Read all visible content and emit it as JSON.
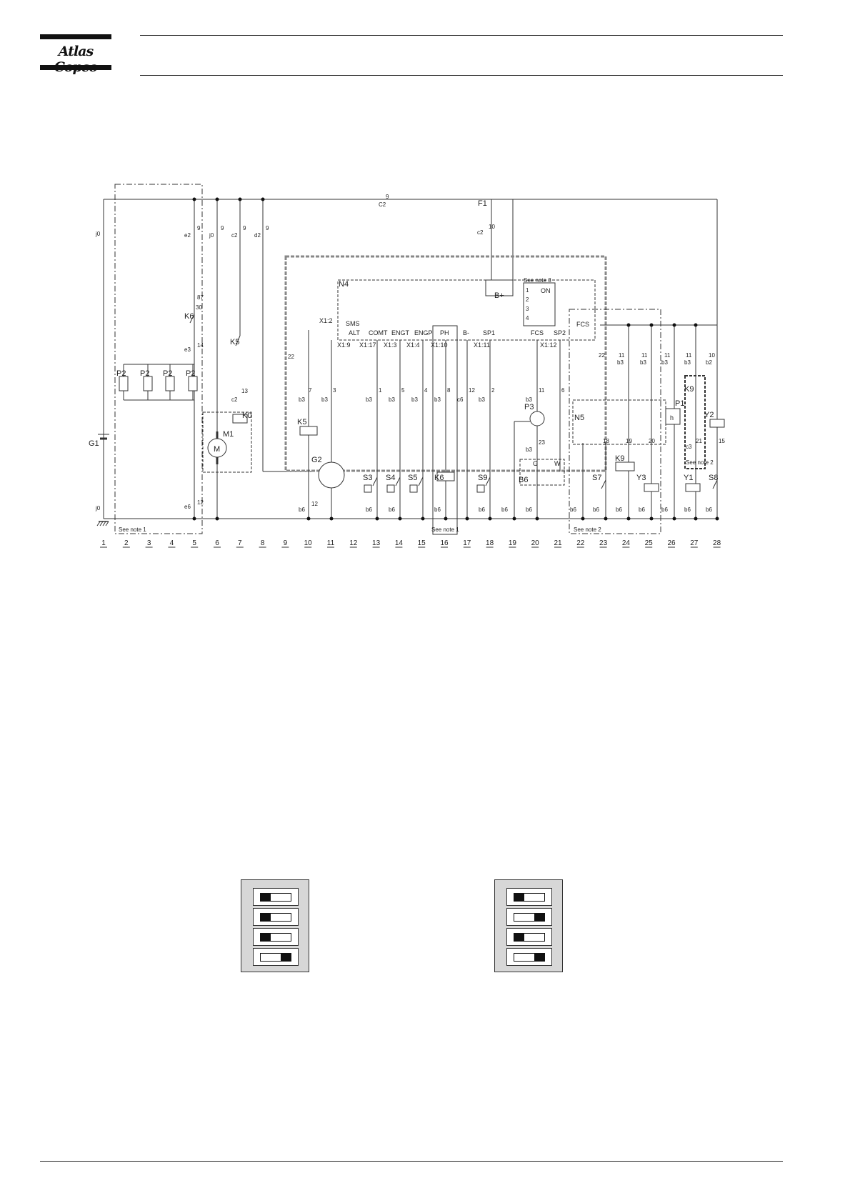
{
  "header": {
    "brand": "Atlas Copco"
  },
  "diagram": {
    "columns": [
      "1",
      "2",
      "3",
      "4",
      "5",
      "6",
      "7",
      "8",
      "9",
      "10",
      "11",
      "12",
      "13",
      "14",
      "15",
      "16",
      "17",
      "18",
      "19",
      "20",
      "21",
      "22",
      "23",
      "24",
      "25",
      "26",
      "27",
      "28"
    ],
    "notes": {
      "note1_left": "See note 1",
      "note1_mid": "See note 1",
      "note2_right": "See note 2",
      "note2_k9": "See note 2",
      "note3": "See note 3"
    },
    "components": {
      "G1": "G1",
      "P2": "P2",
      "K6": "K6",
      "K5": "K5",
      "K0": "K0",
      "M1": "M1",
      "M": "M",
      "G2": "G2",
      "F1": "F1",
      "N4": "N4",
      "Bplus": "B+",
      "S3": "S3",
      "S4": "S4",
      "S5": "S5",
      "S9": "S9",
      "P3": "P3",
      "B6": "B6",
      "N5": "N5",
      "K9": "K9",
      "S7": "S7",
      "Y3": "Y3",
      "P1": "P1",
      "Y1": "Y1",
      "Y2": "Y2",
      "S8": "S8"
    },
    "terminals": {
      "X1_2": "X1:2",
      "SMS": "SMS",
      "ALT": "ALT",
      "COMT": "COMT",
      "ENGT": "ENGT",
      "ENGP": "ENGP",
      "PH": "PH",
      "Bminus": "B-",
      "SP1": "SP1",
      "FCS": "FCS",
      "SP2": "SP2",
      "X1_9": "X1:9",
      "X1_17": "X1:17",
      "X1_3": "X1:3",
      "X1_4": "X1:4",
      "X1_10": "X1:10",
      "X1_11": "X1:11",
      "X1_12": "X1:12",
      "FCS_N5": "FCS",
      "ON": "ON",
      "h": "h",
      "G": "G",
      "W": "W"
    },
    "wires": {
      "top_9": "9",
      "top_C2": "C2",
      "j0": "j0",
      "e2": "e2",
      "c2": "c2",
      "d2": "d2",
      "n9": "9",
      "n87": "87",
      "n30": "30",
      "n14": "14",
      "e3": "e3",
      "n13": "13",
      "n10": "10",
      "n7": "7",
      "n3": "3",
      "b3": "b3",
      "b6": "b6",
      "e6": "e6",
      "n12": "12",
      "n1": "1",
      "n5": "5",
      "n4": "4",
      "n8": "8",
      "c6": "c6",
      "n2": "2",
      "n6": "6",
      "n11": "11",
      "n23": "23",
      "n22": "22",
      "n18": "18",
      "n19": "19",
      "n20": "20",
      "n21": "21",
      "n15": "15",
      "b2": "b2",
      "c3": "c3"
    },
    "dip_labels": [
      "1",
      "2",
      "3",
      "4"
    ]
  },
  "dip_switches": {
    "left": [
      {
        "position": "left"
      },
      {
        "position": "left"
      },
      {
        "position": "left"
      },
      {
        "position": "right"
      }
    ],
    "right": [
      {
        "position": "left"
      },
      {
        "position": "right"
      },
      {
        "position": "left"
      },
      {
        "position": "right"
      }
    ]
  }
}
